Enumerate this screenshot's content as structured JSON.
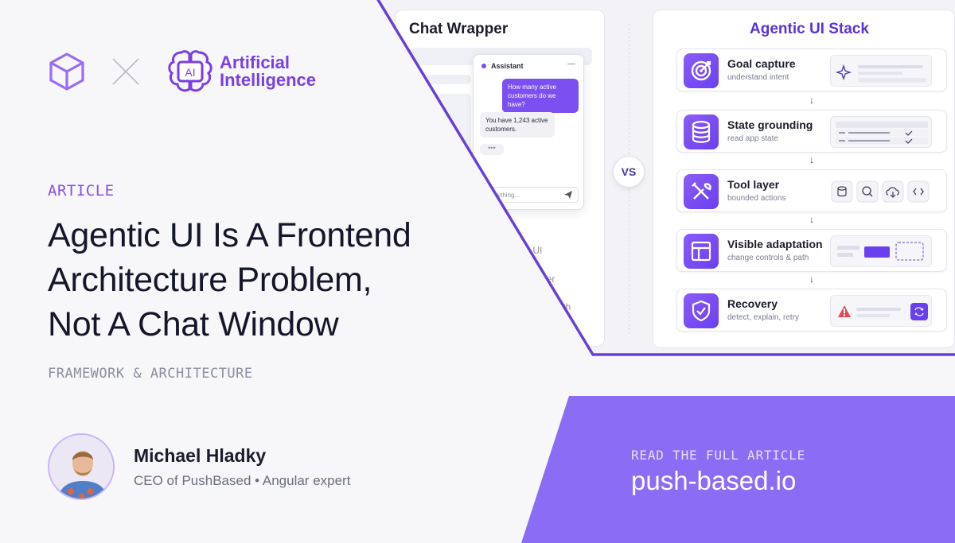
{
  "brand": {
    "partner_logo_icon": "cube-icon",
    "separator_icon": "x-icon",
    "ai_logo_icon": "ai-brain-icon",
    "ai_logo_badge": "AI",
    "ai_logo_line1": "Artificial",
    "ai_logo_line2": "Intelligence",
    "accent_color": "#7b3fe4"
  },
  "article": {
    "tag": "ARTICLE",
    "title_line1": "Agentic UI Is A Frontend",
    "title_line2": "Architecture Problem,",
    "title_line3": "Not A Chat Window",
    "category": "FRAMEWORK & ARCHITECTURE"
  },
  "author": {
    "name": "Michael Hladky",
    "role": "CEO of PushBased • Angular expert"
  },
  "illustration": {
    "chat_wrapper": {
      "title": "Chat Wrapper",
      "assistant_label": "Assistant",
      "minimize": "—",
      "user_message": "How many active customers do we have?",
      "bot_reply": "You have 1,243 active customers.",
      "typing": "•••",
      "ask_placeholder": "k anything...",
      "fragment1": "c UI",
      "fragment2": "ayer",
      "fragment3": "path"
    },
    "vs": "VS",
    "stack": {
      "title": "Agentic UI Stack",
      "arrow": "↓",
      "rows": [
        {
          "label": "Goal capture",
          "sub": "understand intent",
          "icon": "target-icon"
        },
        {
          "label": "State grounding",
          "sub": "read app state",
          "icon": "database-icon"
        },
        {
          "label": "Tool layer",
          "sub": "bounded actions",
          "icon": "tools-icon"
        },
        {
          "label": "Visible adaptation",
          "sub": "change controls & path",
          "icon": "layout-icon"
        },
        {
          "label": "Recovery",
          "sub": "detect, explain, retry",
          "icon": "shield-check-icon"
        }
      ]
    }
  },
  "cta": {
    "label": "READ THE FULL ARTICLE",
    "url": "push-based.io",
    "background": "#8b6cf5"
  }
}
